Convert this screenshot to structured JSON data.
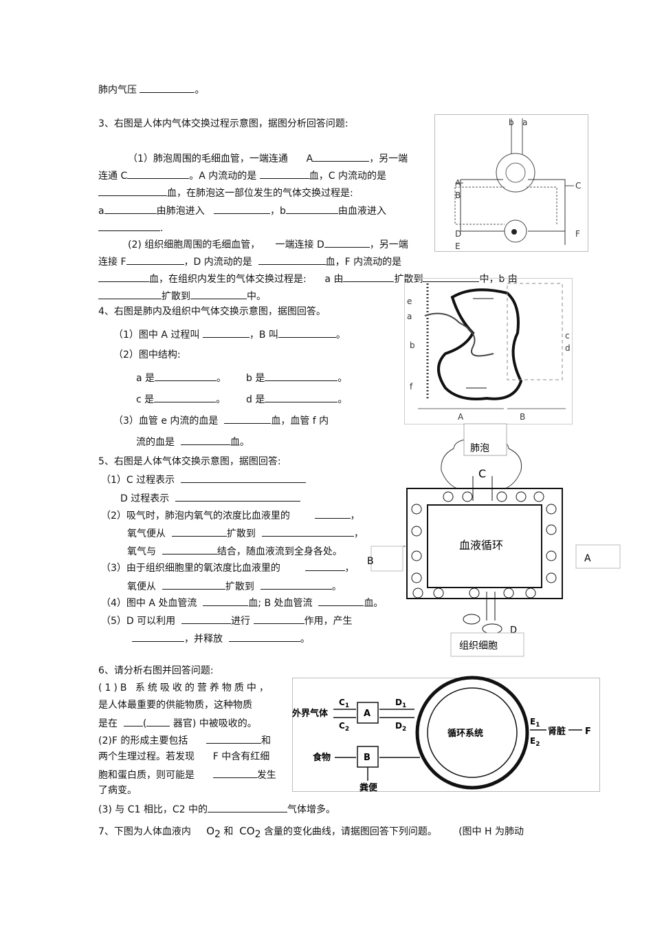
{
  "lines": {
    "l1": "肺内气压",
    "l1b": "。",
    "q3_title": "3、右图是人体内气体交换过程示意图，据图分析回答问题:",
    "q3_1a": "（1）肺泡周围的毛细血管，一端连通",
    "q3_1b": "A",
    "q3_1c": "，另一端",
    "q3_2a": "连通 C",
    "q3_2b": "。A 内流动的是",
    "q3_2c": "血，C 内流动的是",
    "q3_3a": "血，在肺泡这一部位发生的气体交换过程是:",
    "q3_4a": "a",
    "q3_4b": "由肺泡进入",
    "q3_4c": "，b",
    "q3_4d": "由血液进入",
    "q3_5a": ".",
    "q3_6a": "(2) 组织细胞周围的毛细血管，",
    "q3_6b": "一端连接 D",
    "q3_6c": "，另一端",
    "q3_7a": "连接 F",
    "q3_7b": "，D 内流动的是",
    "q3_7c": "血，F 内流动的是",
    "q3_8a": "血，在组织内发生的气体交换过程是:",
    "q3_8b": "a 由",
    "q3_8c": "扩散到",
    "q3_8d": "中，b 由",
    "q3_9a": "扩散到",
    "q3_9b": "中。",
    "q4_title": "4、右图是肺内及组织中气体交换示意图，据图回答。",
    "q4_1a": "（1）图中 A 过程叫",
    "q4_1b": "，B 叫",
    "q4_1c": "。",
    "q4_2": "（2）图中结构:",
    "q4_a": "a 是",
    "q4_a2": "。",
    "q4_b": "b 是",
    "q4_b2": "。",
    "q4_c": "c 是",
    "q4_c2": "。",
    "q4_d": "d 是",
    "q4_d2": "。",
    "q4_3a": "（3）血管 e 内流的血是",
    "q4_3b": "血，血管 f 内",
    "q4_3c": "流的血是",
    "q4_3d": "血。",
    "q5_title": "5、右图是人体气体交换示意图，据图回答:",
    "q5_1a": "（1）C 过程表示",
    "q5_1b": "D 过程表示",
    "q5_2a": "（2）吸气时，肺泡内氧气的浓度比血液里的",
    "q5_2b": "，",
    "q5_2c": "氧气便从",
    "q5_2d": "扩散到",
    "q5_2e": "，",
    "q5_2f": "氧气与",
    "q5_2g": "结合，随血液流到全身各处。",
    "q5_3a": "（3）由于组织细胞里的氧浓度比血液里的",
    "q5_3b": "，",
    "q5_3c": "氧便从",
    "q5_3d": "扩散到",
    "q5_3e": "。",
    "q5_4a": "（4）图中 A 处血管流",
    "q5_4b": "血; B 处血管流",
    "q5_4c": "血。",
    "q5_5a": "（5）D 可以利用",
    "q5_5b": "进行",
    "q5_5c": "作用，产生",
    "q5_5d": "，并释放",
    "q5_5e": "。",
    "q6_title": "6、请分析右图并回答问题:",
    "q6_1a": "(1)B 系统吸收的营养物质中，",
    "q6_1b": "是人体最重要的供能物质，这种物质",
    "q6_1c": "是在",
    "q6_1d": "(",
    "q6_1e": "器官) 中被吸收的。",
    "q6_2a": "(2)F 的形成主要包括",
    "q6_2b": "和",
    "q6_2c": "两个生理过程。若发现",
    "q6_2d": "F 中含有红细",
    "q6_2e": "胞和蛋白质，则可能是",
    "q6_2f": "发生",
    "q6_2g": "了病变。",
    "q6_3a": "(3) 与 C1 相比，C2 中的",
    "q6_3b": "气体增多。",
    "q7a": "7、下图为人体血液内",
    "q7b": "O",
    "q7b2": "2",
    "q7c": "和",
    "q7d": "CO",
    "q7d2": "2",
    "q7e": "含量的变化曲线，请据图回答下列问题。",
    "q7f": "(图中 H 为肺动"
  },
  "fig3": {
    "b": "b",
    "a": "a",
    "A": "A",
    "B": "B",
    "C": "C",
    "D": "D",
    "E": "E",
    "F": "F"
  },
  "fig4": {
    "e": "e",
    "a": "a",
    "b": "b",
    "f": "f",
    "c": "c",
    "d": "d",
    "A": "A",
    "B": "B"
  },
  "fig5": {
    "lung": "肺泡",
    "C": "C",
    "center": "血液循环",
    "A": "A",
    "B": "B",
    "D": "D",
    "tissue": "组织细胞"
  },
  "fig6": {
    "air": "外界气体",
    "C1": "C",
    "C1s": "1",
    "C2": "C",
    "C2s": "2",
    "D1": "D",
    "D1s": "1",
    "D2": "D",
    "D2s": "2",
    "boxA": "A",
    "food": "食物",
    "boxB": "B",
    "feces": "粪便",
    "circ": "循环系统",
    "E1": "E",
    "E1s": "1",
    "E2": "E",
    "E2s": "2",
    "kidney": "肾脏",
    "F": "F"
  }
}
